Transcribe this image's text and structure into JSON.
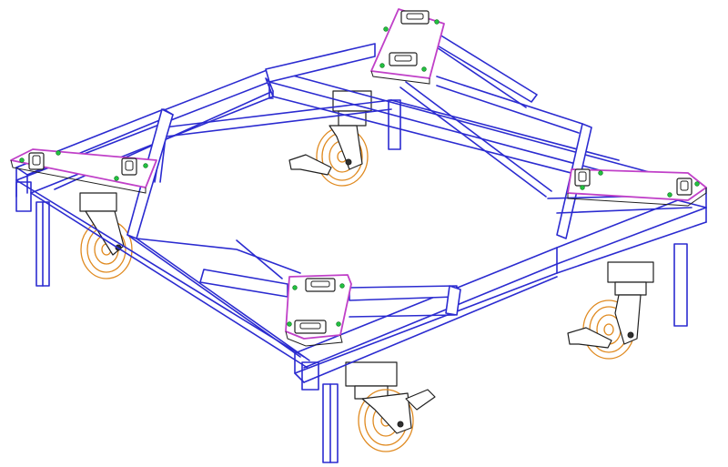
{
  "drawing": {
    "colors": {
      "frame": "#2b2bd0",
      "plate_outline": "#c040c8",
      "bolt": "#22c040",
      "wheel": "#e08a20",
      "hardware": "#202020"
    },
    "components": {
      "frame": "tubular-steel-frame",
      "plates": 4,
      "casters": 4,
      "legs": 4
    }
  }
}
